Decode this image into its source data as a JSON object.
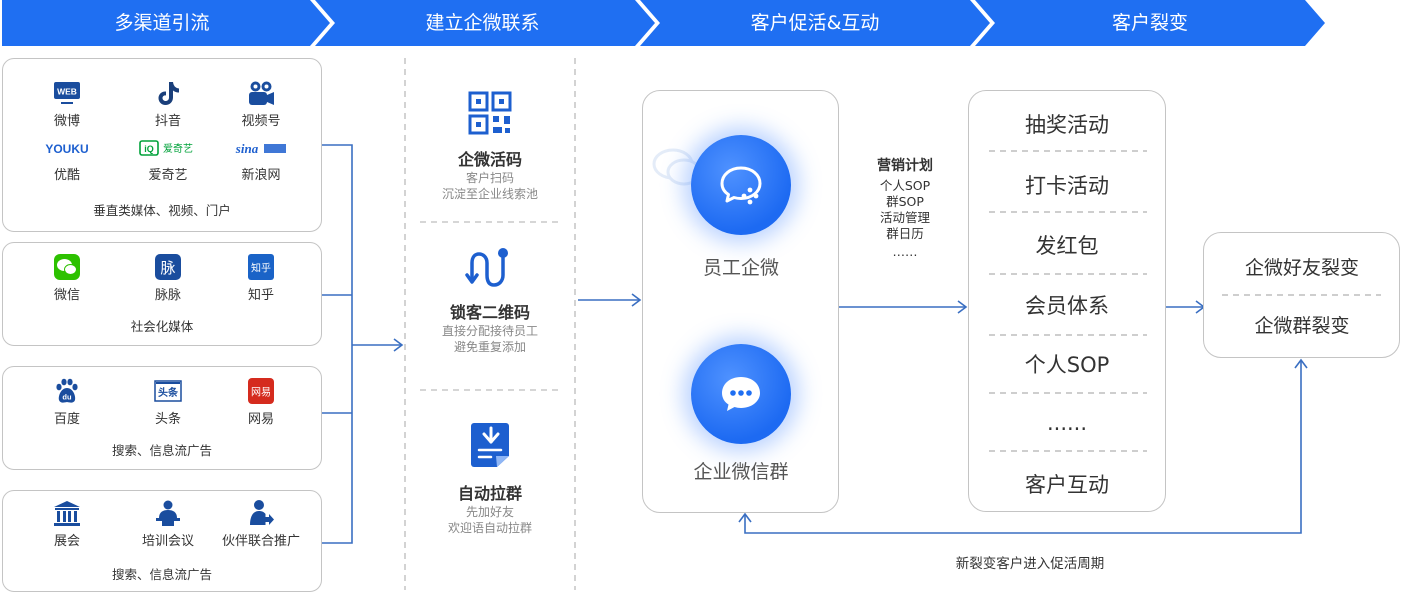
{
  "stages": [
    "多渠道引流",
    "建立企微联系",
    "客户促活&互动",
    "客户裂变"
  ],
  "channel_groups": [
    {
      "label": "垂直类媒体、视频、门户",
      "channels": [
        {
          "name": "微博",
          "icon": "web-icon"
        },
        {
          "name": "抖音",
          "icon": "douyin-icon"
        },
        {
          "name": "视频号",
          "icon": "channels-icon"
        },
        {
          "name": "优酷",
          "icon": "youku-logo"
        },
        {
          "name": "爱奇艺",
          "icon": "iqiyi-logo"
        },
        {
          "name": "新浪网",
          "icon": "sina-logo"
        }
      ],
      "logo_text": {
        "web": "WEB",
        "youku": "YOUKU",
        "iqiyi": "爱奇艺",
        "sina": "sina"
      }
    },
    {
      "label": "社会化媒体",
      "channels": [
        {
          "name": "微信",
          "icon": "wechat-icon"
        },
        {
          "name": "脉脉",
          "icon": "maimai-icon"
        },
        {
          "name": "知乎",
          "icon": "zhihu-icon"
        }
      ],
      "logo_text": {
        "maimai": "脉",
        "zhihu": "知乎"
      }
    },
    {
      "label": "搜索、信息流广告",
      "channels": [
        {
          "name": "百度",
          "icon": "baidu-icon"
        },
        {
          "name": "头条",
          "icon": "toutiao-icon"
        },
        {
          "name": "网易",
          "icon": "netease-icon"
        }
      ],
      "logo_text": {
        "baidu": "du",
        "toutiao": "头条",
        "netease": "网易"
      }
    },
    {
      "label": "搜索、信息流广告",
      "channels": [
        {
          "name": "展会",
          "icon": "exhibition-icon"
        },
        {
          "name": "培训会议",
          "icon": "training-icon"
        },
        {
          "name": "伙伴联合推广",
          "icon": "partner-icon"
        }
      ]
    }
  ],
  "tools": [
    {
      "title": "企微活码",
      "desc1": "客户扫码",
      "desc2": "沉淀至企业线索池",
      "icon": "qrcode-icon"
    },
    {
      "title": "锁客二维码",
      "desc1": "直接分配接待员工",
      "desc2": "避免重复添加",
      "icon": "route-icon"
    },
    {
      "title": "自动拉群",
      "desc1": "先加好友",
      "desc2": "欢迎语自动拉群",
      "icon": "auto-group-icon"
    }
  ],
  "touchpoints": [
    {
      "label": "员工企微",
      "icon": "wecom-icon"
    },
    {
      "label": "企业微信群",
      "icon": "chat-bubble-icon"
    }
  ],
  "marketing_plan": {
    "title": "营销计划",
    "items": [
      "个人SOP",
      "群SOP",
      "活动管理",
      "群日历",
      "……"
    ]
  },
  "activities": [
    "抽奖活动",
    "打卡活动",
    "发红包",
    "会员体系",
    "个人SOP",
    "......",
    "客户互动"
  ],
  "fission": [
    "企微好友裂变",
    "企微群裂变"
  ],
  "loop_label": "新裂变客户进入促活周期",
  "colors": {
    "accent": "#1f6ff2",
    "border": "#c4c4c4",
    "line": "#3a6fc2"
  }
}
